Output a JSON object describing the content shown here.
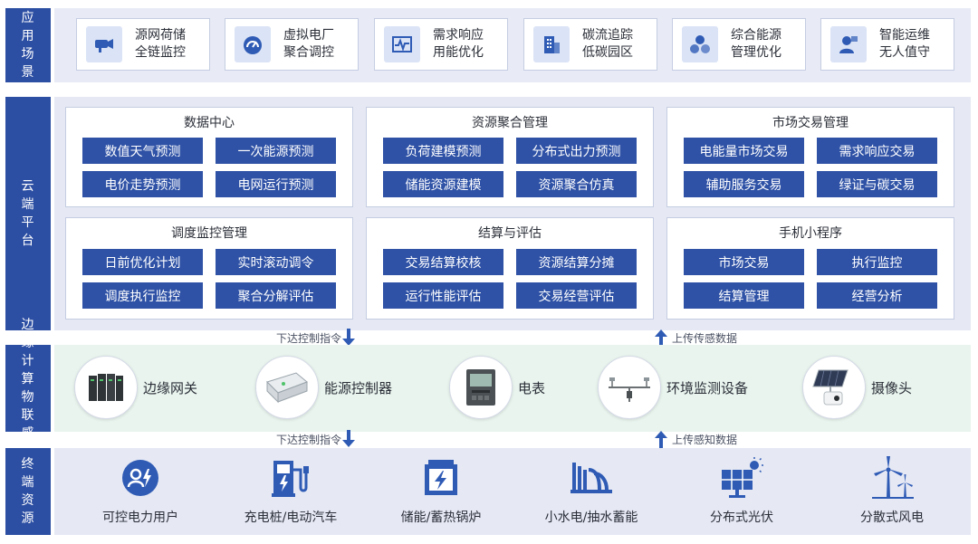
{
  "colors": {
    "label_bg": "#2d4fa3",
    "chip_bg": "#2f52a6",
    "icon_blue": "#2f5bb5",
    "app_row_bg": "#e8ebf5",
    "edge_row_bg": "#e9f4ee"
  },
  "rows": {
    "app": "应用场景",
    "cloud": "云端平台",
    "edge": "边缘计算物联感知",
    "terminal": "终端资源"
  },
  "applications": [
    {
      "line1": "源网荷储",
      "line2": "全链监控",
      "icon": "camera-monitor-icon"
    },
    {
      "line1": "虚拟电厂",
      "line2": "聚合调控",
      "icon": "gauge-icon"
    },
    {
      "line1": "需求响应",
      "line2": "用能优化",
      "icon": "pulse-chart-icon"
    },
    {
      "line1": "碳流追踪",
      "line2": "低碳园区",
      "icon": "building-icon"
    },
    {
      "line1": "综合能源",
      "line2": "管理优化",
      "icon": "cluster-icon"
    },
    {
      "line1": "智能运维",
      "line2": "无人值守",
      "icon": "user-monitor-icon"
    }
  ],
  "cloud_modules": [
    {
      "title": "数据中心",
      "items": [
        "数值天气预测",
        "一次能源预测",
        "电价走势预测",
        "电网运行预测"
      ]
    },
    {
      "title": "资源聚合管理",
      "items": [
        "负荷建模预测",
        "分布式出力预测",
        "储能资源建模",
        "资源聚合仿真"
      ]
    },
    {
      "title": "市场交易管理",
      "items": [
        "电能量市场交易",
        "需求响应交易",
        "辅助服务交易",
        "绿证与碳交易"
      ]
    },
    {
      "title": "调度监控管理",
      "items": [
        "日前优化计划",
        "实时滚动调令",
        "调度执行监控",
        "聚合分解评估"
      ]
    },
    {
      "title": "结算与评估",
      "items": [
        "交易结算校核",
        "资源结算分摊",
        "运行性能评估",
        "交易经营评估"
      ]
    },
    {
      "title": "手机小程序",
      "items": [
        "市场交易",
        "执行监控",
        "结算管理",
        "经营分析"
      ]
    }
  ],
  "flows": {
    "down_1": "下达控制指令",
    "up_1": "上传传感数据",
    "down_2": "下达控制指令",
    "up_2": "上传感知数据"
  },
  "edge_devices": [
    {
      "label": "边缘网关",
      "icon": "gateway-icon"
    },
    {
      "label": "能源控制器",
      "icon": "energy-controller-icon"
    },
    {
      "label": "电表",
      "icon": "meter-icon"
    },
    {
      "label": "环境监测设备",
      "icon": "weather-station-icon"
    },
    {
      "label": "摄像头",
      "icon": "solar-camera-icon"
    }
  ],
  "terminals": [
    {
      "label": "可控电力用户",
      "icon": "power-user-icon"
    },
    {
      "label": "充电桩/电动汽车",
      "icon": "charging-pile-icon"
    },
    {
      "label": "储能/蓄热锅炉",
      "icon": "battery-icon"
    },
    {
      "label": "小水电/抽水蓄能",
      "icon": "hydro-icon"
    },
    {
      "label": "分布式光伏",
      "icon": "solar-panel-icon"
    },
    {
      "label": "分散式风电",
      "icon": "wind-turbine-icon"
    }
  ]
}
